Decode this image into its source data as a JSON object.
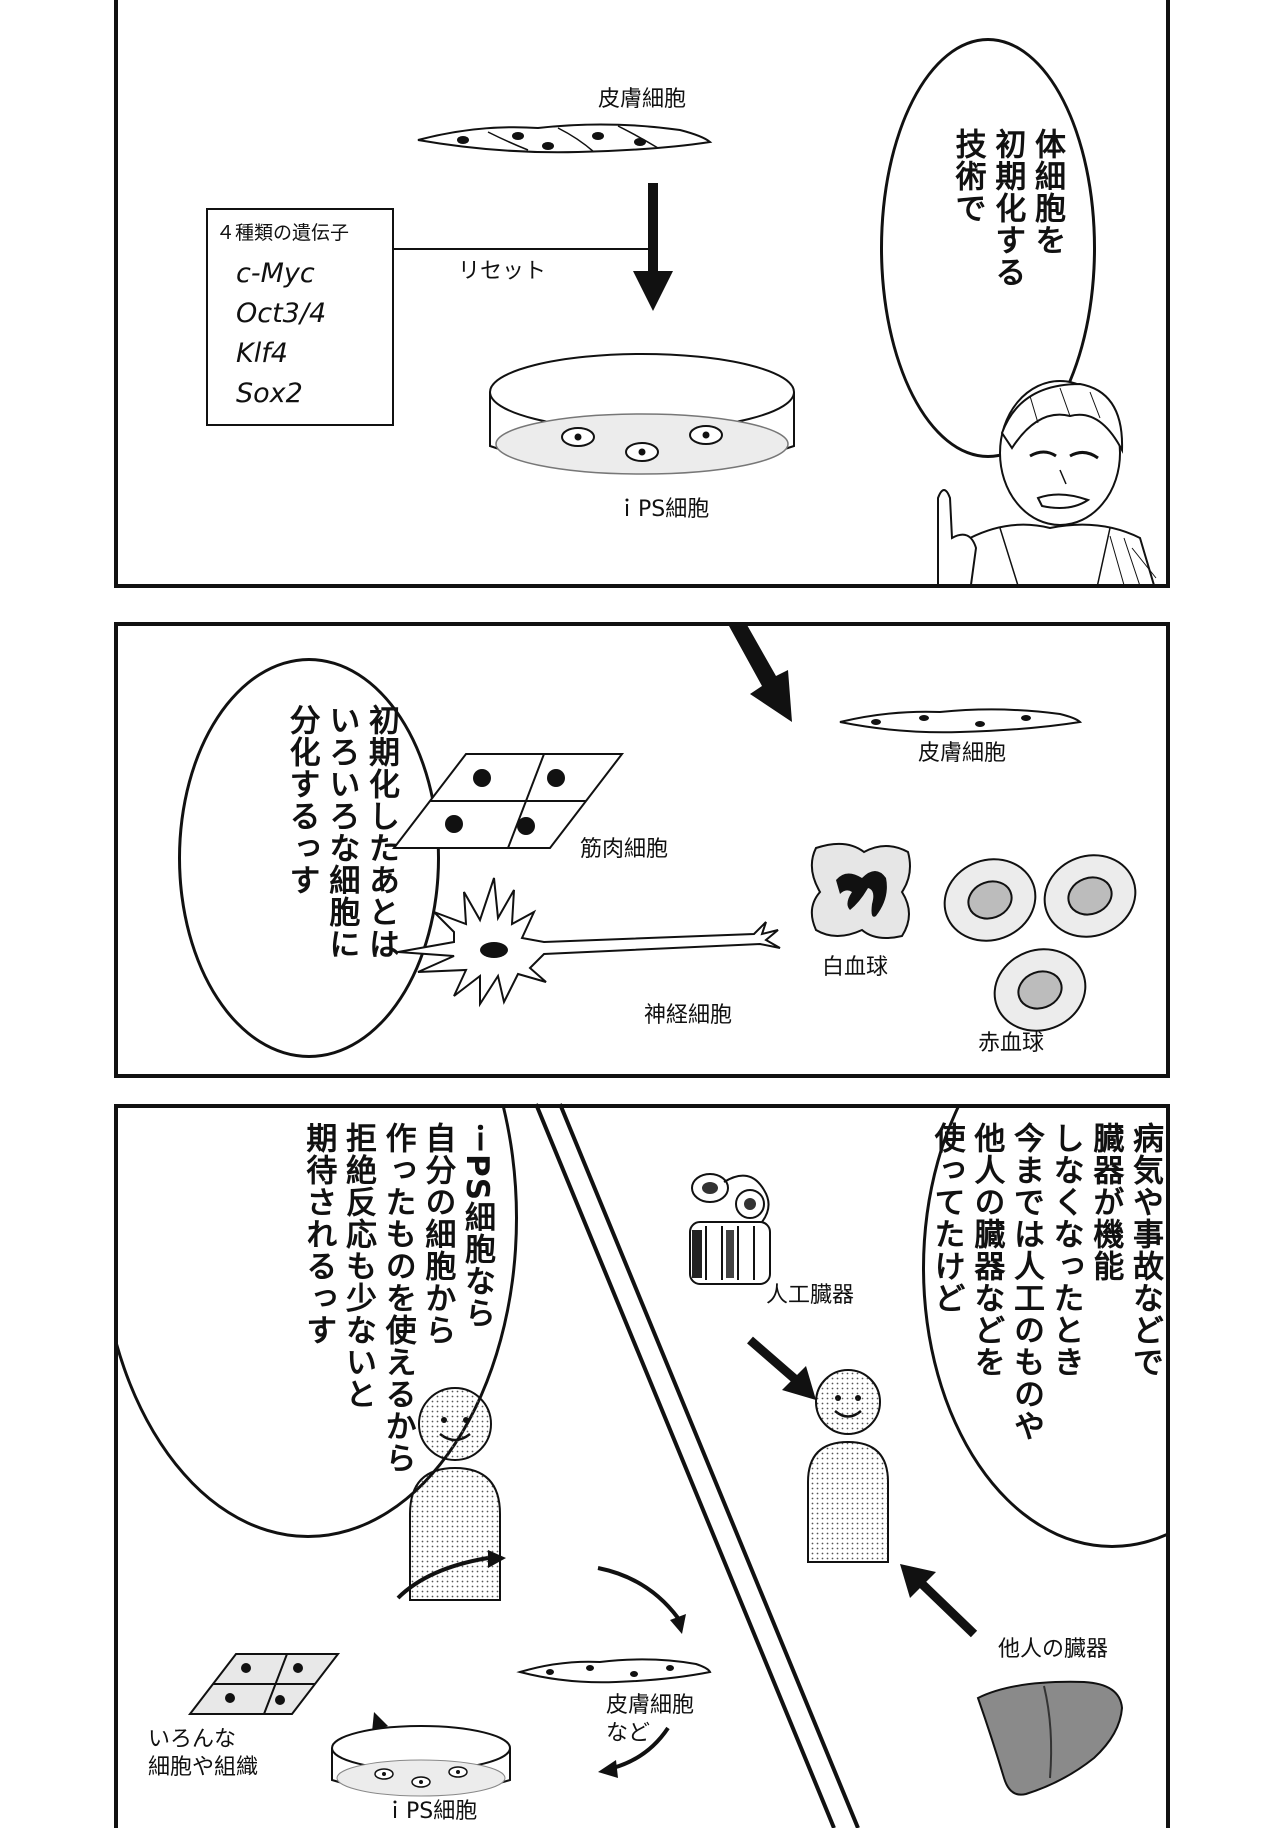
{
  "panel1": {
    "skin_label": "皮膚細胞",
    "gene_box_title": "４種類の遺伝子",
    "genes": [
      "c-Myc",
      "Oct3/4",
      "Klf4",
      "Sox2"
    ],
    "reset_label": "リセット",
    "ips_label": "ｉPS細胞",
    "speech": "体細胞を\n初期化する\n技術で"
  },
  "panel2": {
    "speech": "初期化したあとは\nいろいろな細胞に\n分化するっす",
    "skin_label": "皮膚細胞",
    "muscle_label": "筋肉細胞",
    "wbc_label": "白血球",
    "nerve_label": "神経細胞",
    "rbc_label": "赤血球"
  },
  "panel3": {
    "speech": "ｉPS細胞なら\n自分の細胞から\n作ったものを使えるから\n拒絶反応も少ないと\n期待されるっす",
    "skin_label_line1": "皮膚細胞",
    "skin_label_line2": "など",
    "tissue_label_line1": "いろんな",
    "tissue_label_line2": "細胞や組織",
    "ips_label": "ｉPS細胞"
  },
  "panel4": {
    "speech": "病気や事故などで\n臓器が機能\nしなくなったとき\n今までは人工のものや\n他人の臓器などを\n使ってたけど",
    "artificial_label": "人工臓器",
    "donor_label": "他人の臓器"
  }
}
